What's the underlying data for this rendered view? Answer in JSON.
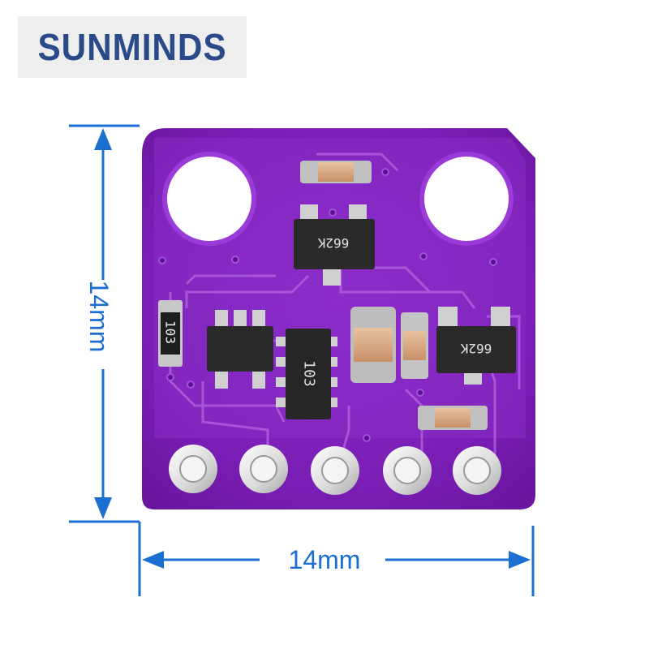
{
  "brand": {
    "name": "SUNMINDS"
  },
  "dimensions": {
    "width_label": "14mm",
    "height_label": "14mm"
  },
  "components": {
    "resistor_left": "103",
    "resistor_array": "103",
    "regulator_top": "662K",
    "regulator_right": "662K"
  },
  "colors": {
    "board": "#7d1fb8",
    "dimension_lines": "#1a6fd0",
    "brand_text": "#2a4a8a"
  }
}
